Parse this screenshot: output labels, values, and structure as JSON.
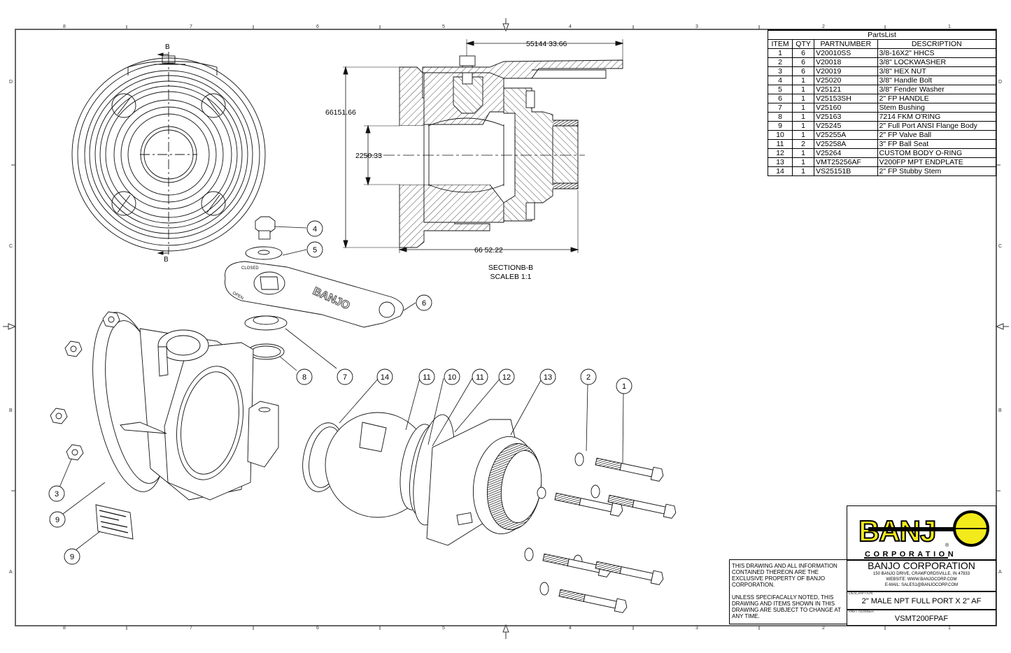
{
  "border": {
    "top_zones": [
      "8",
      "7",
      "6",
      "5",
      "4",
      "3",
      "2",
      "1"
    ],
    "bottom_zones": [
      "8",
      "7",
      "6",
      "5",
      "4",
      "3",
      "2",
      "1"
    ],
    "side_zones": [
      "D",
      "C",
      "B",
      "A"
    ]
  },
  "front_view": {
    "section_mark_top": "B",
    "section_mark_bottom": "B"
  },
  "section_view": {
    "dim_handle_length": "55144 33.66",
    "dim_overall_height": "66151.66",
    "dim_bore": "2250.33",
    "dim_overall_length": "66 52.22",
    "title_line1": "SECTIONB-B",
    "title_line2": "SCALEB 1:1"
  },
  "handle_text": {
    "brand": "BANJO",
    "closed": "CLOSED",
    "open": "OPEN"
  },
  "callouts": [
    {
      "id": "c4",
      "num": "4"
    },
    {
      "id": "c5",
      "num": "5"
    },
    {
      "id": "c6",
      "num": "6"
    },
    {
      "id": "c7",
      "num": "7"
    },
    {
      "id": "c8",
      "num": "8"
    },
    {
      "id": "c14",
      "num": "14"
    },
    {
      "id": "c11a",
      "num": "11"
    },
    {
      "id": "c10",
      "num": "10"
    },
    {
      "id": "c11b",
      "num": "11"
    },
    {
      "id": "c12",
      "num": "12"
    },
    {
      "id": "c13",
      "num": "13"
    },
    {
      "id": "c2",
      "num": "2"
    },
    {
      "id": "c1",
      "num": "1"
    },
    {
      "id": "c3",
      "num": "3"
    },
    {
      "id": "c9a",
      "num": "9"
    },
    {
      "id": "c9b",
      "num": "9"
    }
  ],
  "parts_list": {
    "title": "PartsList",
    "columns": [
      "ITEM",
      "QTY",
      "PARTNUMBER",
      "DESCRIPTION"
    ],
    "rows": [
      {
        "item": "1",
        "qty": "6",
        "part": "V20010SS",
        "desc": "3/8-16X2\" HHCS"
      },
      {
        "item": "2",
        "qty": "6",
        "part": "V20018",
        "desc": "3/8\" LOCKWASHER"
      },
      {
        "item": "3",
        "qty": "6",
        "part": "V20019",
        "desc": "3/8\" HEX NUT"
      },
      {
        "item": "4",
        "qty": "1",
        "part": "V25020",
        "desc": "3/8\" Handle Bolt"
      },
      {
        "item": "5",
        "qty": "1",
        "part": "V25121",
        "desc": "3/8\" Fender Washer"
      },
      {
        "item": "6",
        "qty": "1",
        "part": "V25153SH",
        "desc": "2\" FP HANDLE"
      },
      {
        "item": "7",
        "qty": "1",
        "part": "V25160",
        "desc": "Stem Bushing"
      },
      {
        "item": "8",
        "qty": "1",
        "part": "V25163",
        "desc": "7214 FKM O'RING"
      },
      {
        "item": "9",
        "qty": "1",
        "part": "V25245",
        "desc": "2\" Full Port ANSI Flange Body"
      },
      {
        "item": "10",
        "qty": "1",
        "part": "V25255A",
        "desc": "2\" FP Valve Ball"
      },
      {
        "item": "11",
        "qty": "2",
        "part": "V25258A",
        "desc": "3\" FP Ball Seat"
      },
      {
        "item": "12",
        "qty": "1",
        "part": "V25264",
        "desc": "CUSTOM BODY O-RING"
      },
      {
        "item": "13",
        "qty": "1",
        "part": "VMT25256AF",
        "desc": "V200FP MPT ENDPLATE"
      },
      {
        "item": "14",
        "qty": "1",
        "part": "VS25151B",
        "desc": "2\" FP Stubby Stem"
      }
    ]
  },
  "title_block": {
    "notice_1": "THIS DRAWING AND ALL INFORMATION CONTAINED THEREON ARE THE EXCLUSIVE PROPERTY OF BANJO CORPORATION.",
    "notice_2": "UNLESS SPECIFACALLY NOTED, THIS DRAWING AND ITEMS SHOWN IN THIS DRAWING ARE SUBJECT TO CHANGE AT ANY TIME.",
    "logo_text": "BANJ",
    "logo_sub": "CORPORATION",
    "company": "BANJO CORPORATION",
    "address": "150 BANJO DRIVE, CRAWFORDSVILLE, IN 47933",
    "website": "WEBSITE: WWW.BANJOCORP.COM",
    "email": "E-MAIL: SALES1@BANJOCORP.COM",
    "description_label": "DESCRIPTION",
    "description": "2\" MALE NPT FULL PORT X 2\" AF",
    "part_number_label": "PART NUMBER",
    "part_number": "VSMT200FPAF"
  },
  "colors": {
    "logo_yellow": "#f2ea1a",
    "line": "#000000",
    "border": "#555555"
  }
}
